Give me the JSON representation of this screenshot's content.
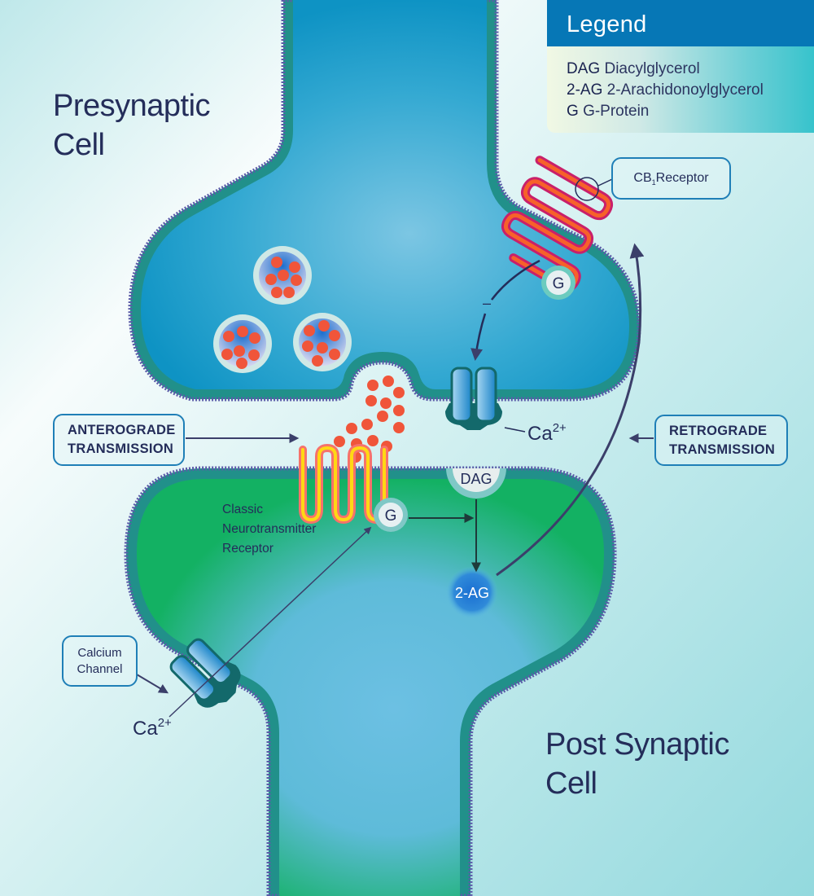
{
  "diagram": {
    "title_presynaptic": [
      "Presynaptic",
      "Cell"
    ],
    "title_postsynaptic": [
      "Post Synaptic",
      "Cell"
    ],
    "legend": {
      "heading": "Legend",
      "entries": [
        {
          "abbr": "DAG",
          "definition": "Diacylglycerol"
        },
        {
          "abbr": "2-AG",
          "definition": "2-Arachidonoylglycerol"
        },
        {
          "abbr": "G",
          "definition": "G-Protein"
        }
      ]
    },
    "callouts": {
      "cb1_receptor": {
        "main": "CB",
        "subscript": "1",
        "rest": "Receptor"
      },
      "anterograde": [
        "ANTEROGRADE",
        "TRANSMISSION"
      ],
      "retrograde": [
        "RETROGRADE",
        "TRANSMISSION"
      ],
      "calcium_channel": [
        "Calcium",
        "Channel"
      ]
    },
    "labels": {
      "classic_receptor": [
        "Classic",
        "Neurotransmitter",
        "Receptor"
      ],
      "g_protein": "G",
      "dag": "DAG",
      "two_ag": "2-AG",
      "calcium_ion": "Ca",
      "calcium_charge": "2+",
      "inhibition_sign": "–"
    },
    "colors": {
      "presynaptic_fill": "#1ea0cc",
      "postsynaptic_fill_green": "#13b163",
      "postsynaptic_fill_blue": "#66bde2",
      "membrane_teal": "#21908a",
      "membrane_dots": "#5a5ca8",
      "legend_header": "#0677b6",
      "callout_border": "#1f7fb7",
      "text_dark": "#242d5a",
      "neurotransmitter": "#f0553a",
      "cb1_receptor_outer": "#c9206a",
      "cb1_receptor_inner": "#f7612a",
      "classic_receptor_outer": "#f6726b",
      "classic_receptor_inner": "#ffd814",
      "arrow": "#3b3f6a"
    }
  }
}
